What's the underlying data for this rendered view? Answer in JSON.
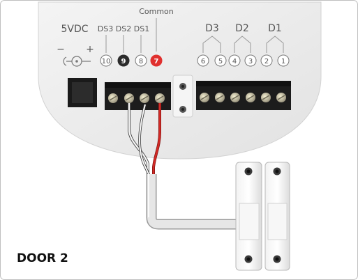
{
  "labels": {
    "common": "Common",
    "power": "5VDC",
    "ds3": "DS3",
    "ds2": "DS2",
    "ds1": "DS1",
    "d3": "D3",
    "d2": "D2",
    "d1": "D1",
    "minus": "−",
    "plus": "+",
    "door": "DOOR 2"
  },
  "terminals": {
    "t10": "10",
    "t9": "9",
    "t8": "8",
    "t7": "7",
    "t6": "6",
    "t5": "5",
    "t4": "4",
    "t3": "3",
    "t2": "2",
    "t1": "1"
  },
  "colors": {
    "active_common": "#e0302e",
    "active_ds2": "#2b2b2b",
    "wire_red": "#d42a26",
    "panel": "#ececec",
    "terminal_block": "#1c1c1c"
  }
}
